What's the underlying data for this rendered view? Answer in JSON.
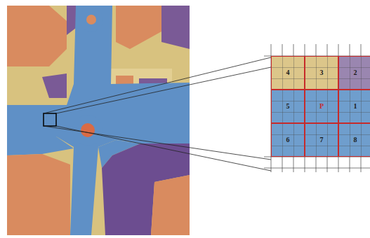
{
  "diagram": {
    "nodes": [
      {
        "text": [
          "4"
        ]
      },
      {
        "text": [
          "3"
        ]
      },
      {
        "text": [
          "2"
        ]
      },
      {
        "text": [
          "5"
        ]
      },
      {
        "text": [
          "P"
        ]
      },
      {
        "text": [
          "1"
        ]
      },
      {
        "text": [
          "6"
        ]
      },
      {
        "text": [
          "7"
        ]
      },
      {
        "text": [
          "8"
        ]
      }
    ]
  }
}
